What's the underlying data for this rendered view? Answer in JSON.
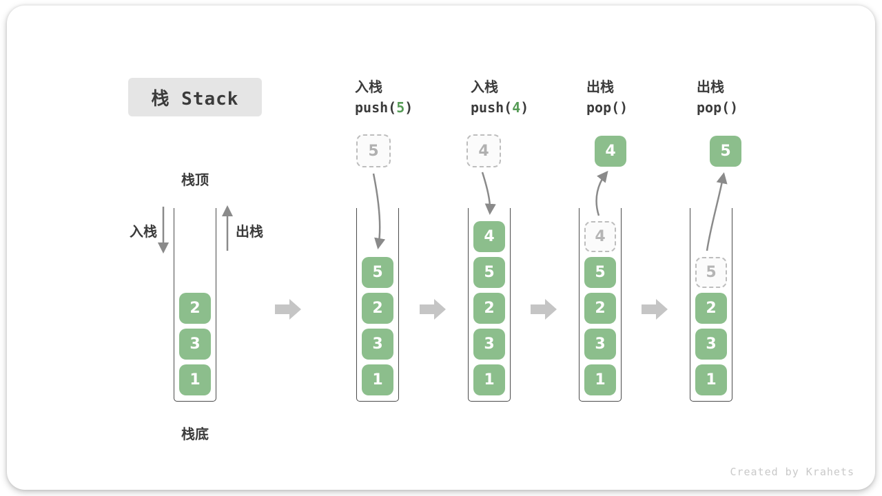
{
  "title": "栈 Stack",
  "watermark": "Created by Krahets",
  "legend": {
    "stack_top": "栈顶",
    "stack_bottom": "栈底",
    "push": "入栈",
    "pop": "出栈"
  },
  "initial_stack": [
    "2",
    "3",
    "1"
  ],
  "operations": [
    {
      "label": "入栈",
      "code_fn": "push(",
      "code_arg": "5",
      "code_close": ")",
      "moving_value": "5",
      "moving_style": "ghost",
      "direction": "in",
      "cells": [
        {
          "value": "5",
          "state": "solid"
        },
        {
          "value": "2",
          "state": "solid"
        },
        {
          "value": "3",
          "state": "solid"
        },
        {
          "value": "1",
          "state": "solid"
        }
      ]
    },
    {
      "label": "入栈",
      "code_fn": "push(",
      "code_arg": "4",
      "code_close": ")",
      "moving_value": "4",
      "moving_style": "ghost",
      "direction": "in",
      "cells": [
        {
          "value": "4",
          "state": "solid"
        },
        {
          "value": "5",
          "state": "solid"
        },
        {
          "value": "2",
          "state": "solid"
        },
        {
          "value": "3",
          "state": "solid"
        },
        {
          "value": "1",
          "state": "solid"
        }
      ]
    },
    {
      "label": "出栈",
      "code_fn": "pop(",
      "code_arg": "",
      "code_close": ")",
      "moving_value": "4",
      "moving_style": "solid",
      "direction": "out",
      "cells": [
        {
          "value": "4",
          "state": "ghost"
        },
        {
          "value": "5",
          "state": "solid"
        },
        {
          "value": "2",
          "state": "solid"
        },
        {
          "value": "3",
          "state": "solid"
        },
        {
          "value": "1",
          "state": "solid"
        }
      ]
    },
    {
      "label": "出栈",
      "code_fn": "pop(",
      "code_arg": "",
      "code_close": ")",
      "moving_value": "5",
      "moving_style": "solid",
      "direction": "out",
      "cells": [
        {
          "value": "5",
          "state": "ghost"
        },
        {
          "value": "2",
          "state": "solid"
        },
        {
          "value": "3",
          "state": "solid"
        },
        {
          "value": "1",
          "state": "solid"
        }
      ]
    }
  ],
  "colors": {
    "element_green": "#8cbe8c",
    "arg_green": "#569b56",
    "text_dark": "#3b3b3b",
    "arrow_gray": "#8a8a8a",
    "block_arrow_gray": "#c5c5c5",
    "ghost_gray": "#bdbdbd",
    "title_bg": "#e5e5e5",
    "watermark_gray": "#c9c9c9"
  }
}
